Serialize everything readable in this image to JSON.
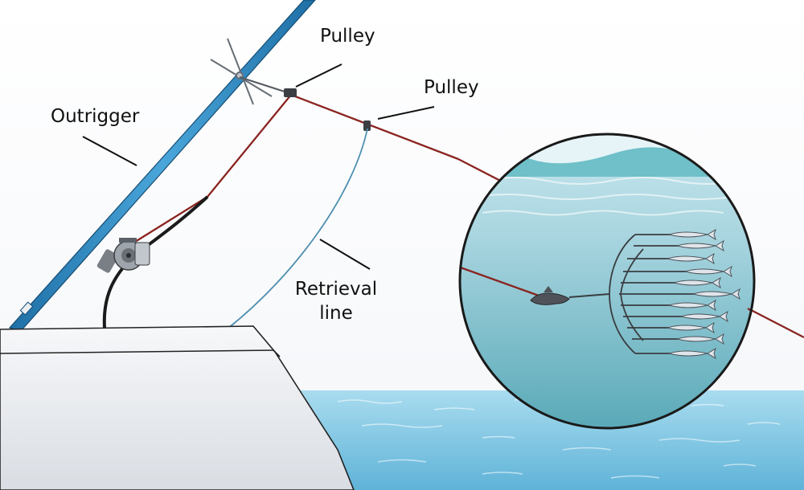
{
  "labels": {
    "pulley_upper": "Pulley",
    "pulley_lower": "Pulley",
    "outrigger": "Outrigger",
    "retrieval_line_1": "Retrieval",
    "retrieval_line_2": "line"
  },
  "colors": {
    "outrigger_pole": "#2a86c0",
    "fishing_line": "#8a2420",
    "retrieval_line": "#4d8fb0",
    "sea": "#7fc7e3",
    "boat_hull": "#eef1f4",
    "inset_water": "#9fd0dc"
  },
  "icons": [
    "reel-icon",
    "pulley-icon",
    "lead-fish-weight-icon",
    "bait-fish-icon",
    "outrigger-spreader-icon"
  ]
}
